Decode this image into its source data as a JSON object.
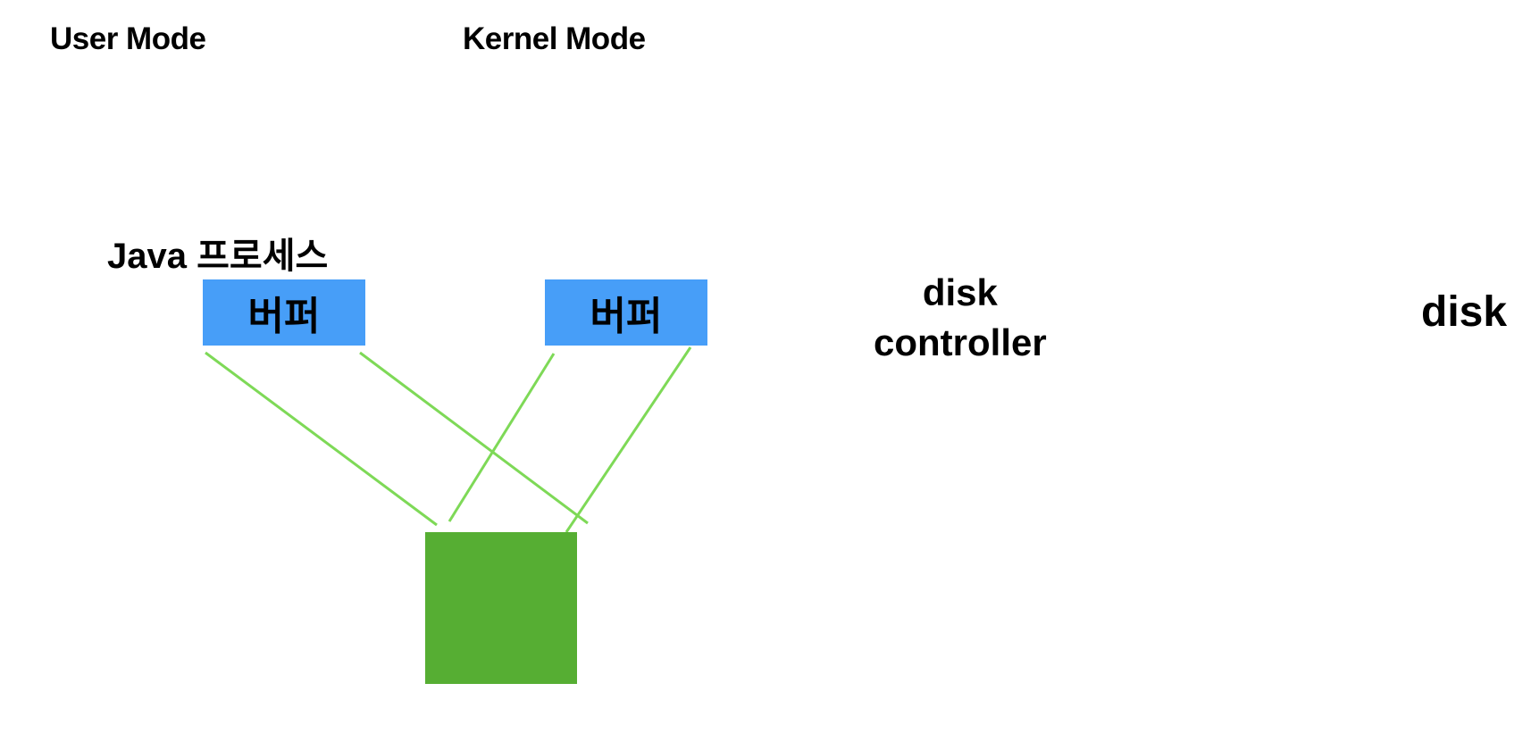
{
  "labels": {
    "user_mode": "User Mode",
    "kernel_mode": "Kernel Mode",
    "java_process": "Java 프로세스",
    "disk_controller_line1": "disk",
    "disk_controller_line2": "controller",
    "disk": "disk"
  },
  "buffers": {
    "user_buffer": "버퍼",
    "kernel_buffer": "버퍼"
  },
  "colors": {
    "buffer_fill": "#479ef8",
    "block_fill": "#56ae33",
    "connector_line": "#7ed957"
  }
}
